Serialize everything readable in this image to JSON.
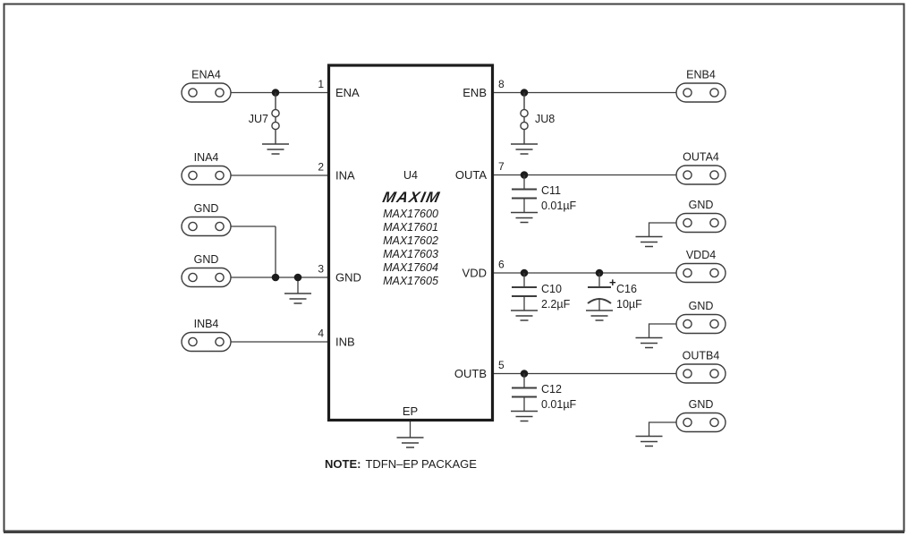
{
  "ic": {
    "ref": "U4",
    "logo": "MAXIM",
    "parts": [
      "MAX17600",
      "MAX17601",
      "MAX17602",
      "MAX17603",
      "MAX17604",
      "MAX17605"
    ],
    "ep": "EP",
    "pins": {
      "p1": {
        "num": "1",
        "name": "ENA"
      },
      "p2": {
        "num": "2",
        "name": "INA"
      },
      "p3": {
        "num": "3",
        "name": "GND"
      },
      "p4": {
        "num": "4",
        "name": "INB"
      },
      "p5": {
        "num": "5",
        "name": "OUTB"
      },
      "p6": {
        "num": "6",
        "name": "VDD"
      },
      "p7": {
        "num": "7",
        "name": "OUTA"
      },
      "p8": {
        "num": "8",
        "name": "ENB"
      }
    }
  },
  "connectors": {
    "left": [
      {
        "label": "ENA4"
      },
      {
        "label": "INA4"
      },
      {
        "label": "GND"
      },
      {
        "label": "GND"
      },
      {
        "label": "INB4"
      }
    ],
    "right": [
      {
        "label": "ENB4"
      },
      {
        "label": "OUTA4"
      },
      {
        "label": "GND"
      },
      {
        "label": "VDD4"
      },
      {
        "label": "GND"
      },
      {
        "label": "OUTB4"
      },
      {
        "label": "GND"
      }
    ]
  },
  "jumpers": {
    "ju7": "JU7",
    "ju8": "JU8"
  },
  "capacitors": {
    "c11": {
      "ref": "C11",
      "value": "0.01µF"
    },
    "c10": {
      "ref": "C10",
      "value": "2.2µF"
    },
    "c16": {
      "ref": "C16",
      "value": "10µF",
      "polarity": "+"
    },
    "c12": {
      "ref": "C12",
      "value": "0.01µF"
    }
  },
  "note": {
    "prefix": "NOTE:",
    "text": "TDFN–EP PACKAGE"
  },
  "colors": {
    "wire": "#3d3d3d",
    "ink": "#1c1c1c",
    "background": "#ffffff"
  }
}
